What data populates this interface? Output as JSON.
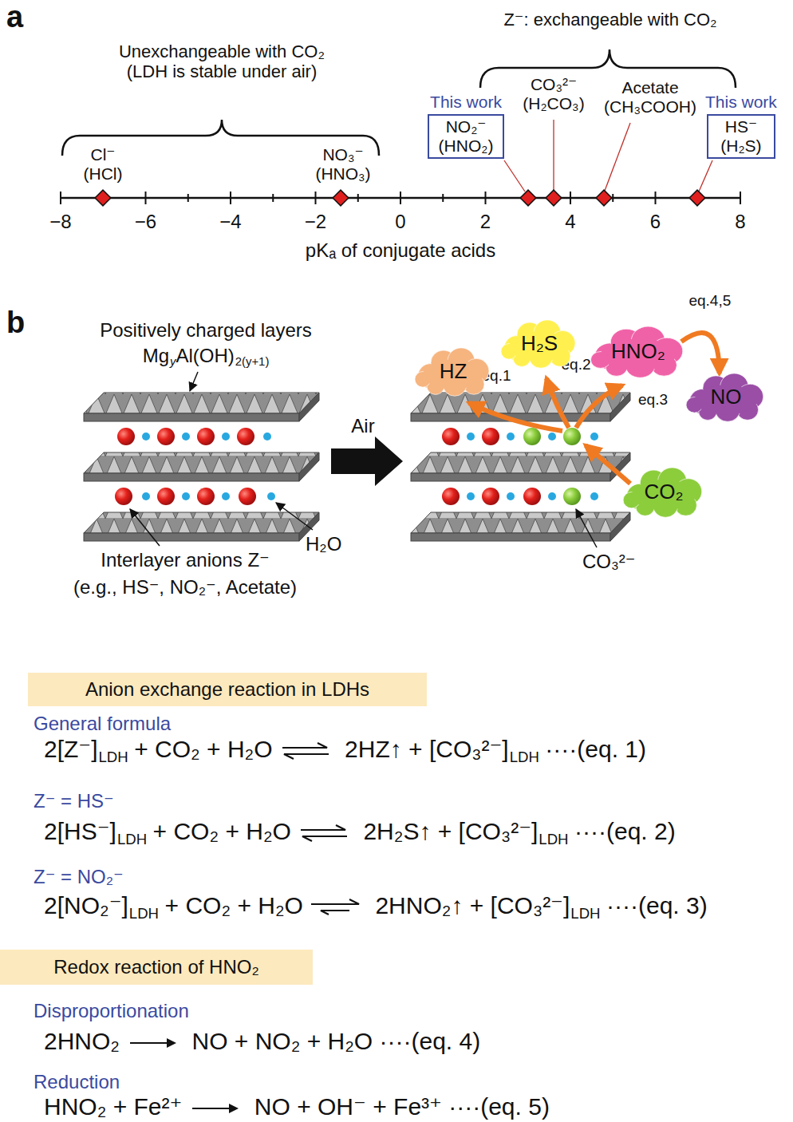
{
  "diagram": {
    "nodes": [
      {
        "text": [
          "This work",
          "NO₂⁻ (HNO₂)"
        ]
      },
      {
        "text": [
          "This work",
          "HS⁻ (H₂S)"
        ]
      },
      {
        "text": [
          "HZ"
        ]
      },
      {
        "text": [
          "H₂S"
        ]
      },
      {
        "text": [
          "HNO₂"
        ]
      },
      {
        "text": [
          "NO"
        ]
      },
      {
        "text": [
          "CO₂"
        ]
      },
      {
        "text": [
          "Anion exchange reaction in LDHs"
        ]
      },
      {
        "text": [
          "Redox reaction of HNO₂"
        ]
      }
    ],
    "edges": [
      {
        "from": 4,
        "to": 5,
        "arrow": "to",
        "label": "eq.4,5"
      }
    ],
    "labels": [
      "a",
      "Unexchangeable with CO₂ (LDH is stable under air)",
      "Z⁻: exchangeable with CO₂",
      "Cl⁻ (HCl)",
      "NO₃⁻ (HNO₃)",
      "CO₃²⁻ (H₂CO₃)",
      "Acetate (CH₃COOH)",
      "−8",
      "−6",
      "−4",
      "−2",
      "0",
      "2",
      "4",
      "6",
      "8",
      "pKₐ of conjugate acids",
      "b",
      "Positively charged layers",
      "Mg",
      "y",
      "Al(OH)",
      "2(y+1)",
      "Air",
      "H₂O",
      "Interlayer anions Z⁻",
      "(e.g., HS⁻, NO₂⁻, Acetate)",
      "CO₃²⁻",
      "eq.1",
      "eq.2",
      "eq.3",
      "General formula",
      "2[Z⁻]",
      "LDH",
      "+ CO₂ + H₂O",
      "2HZ↑ + [CO₃²⁻]",
      "LDH",
      "····(eq. 1)",
      "Z⁻ = HS⁻",
      "2[HS⁻]",
      "LDH",
      "+ CO₂ + H₂O",
      "2H₂S↑ + [CO₃²⁻]",
      "LDH",
      "····(eq. 2)",
      "Z⁻ = NO₂⁻",
      "2[NO₂⁻]",
      "LDH",
      "+ CO₂ + H₂O",
      "2HNO₂↑ + [CO₃²⁻]",
      "LDH",
      "····(eq. 3)",
      "Disproportionation",
      "2HNO₂",
      "NO + NO₂ + H₂O ····(eq. 4)",
      "Reduction",
      "HNO₂ + Fe²⁺",
      "NO + OH⁻ + Fe³⁺ ····(eq. 5)"
    ]
  }
}
